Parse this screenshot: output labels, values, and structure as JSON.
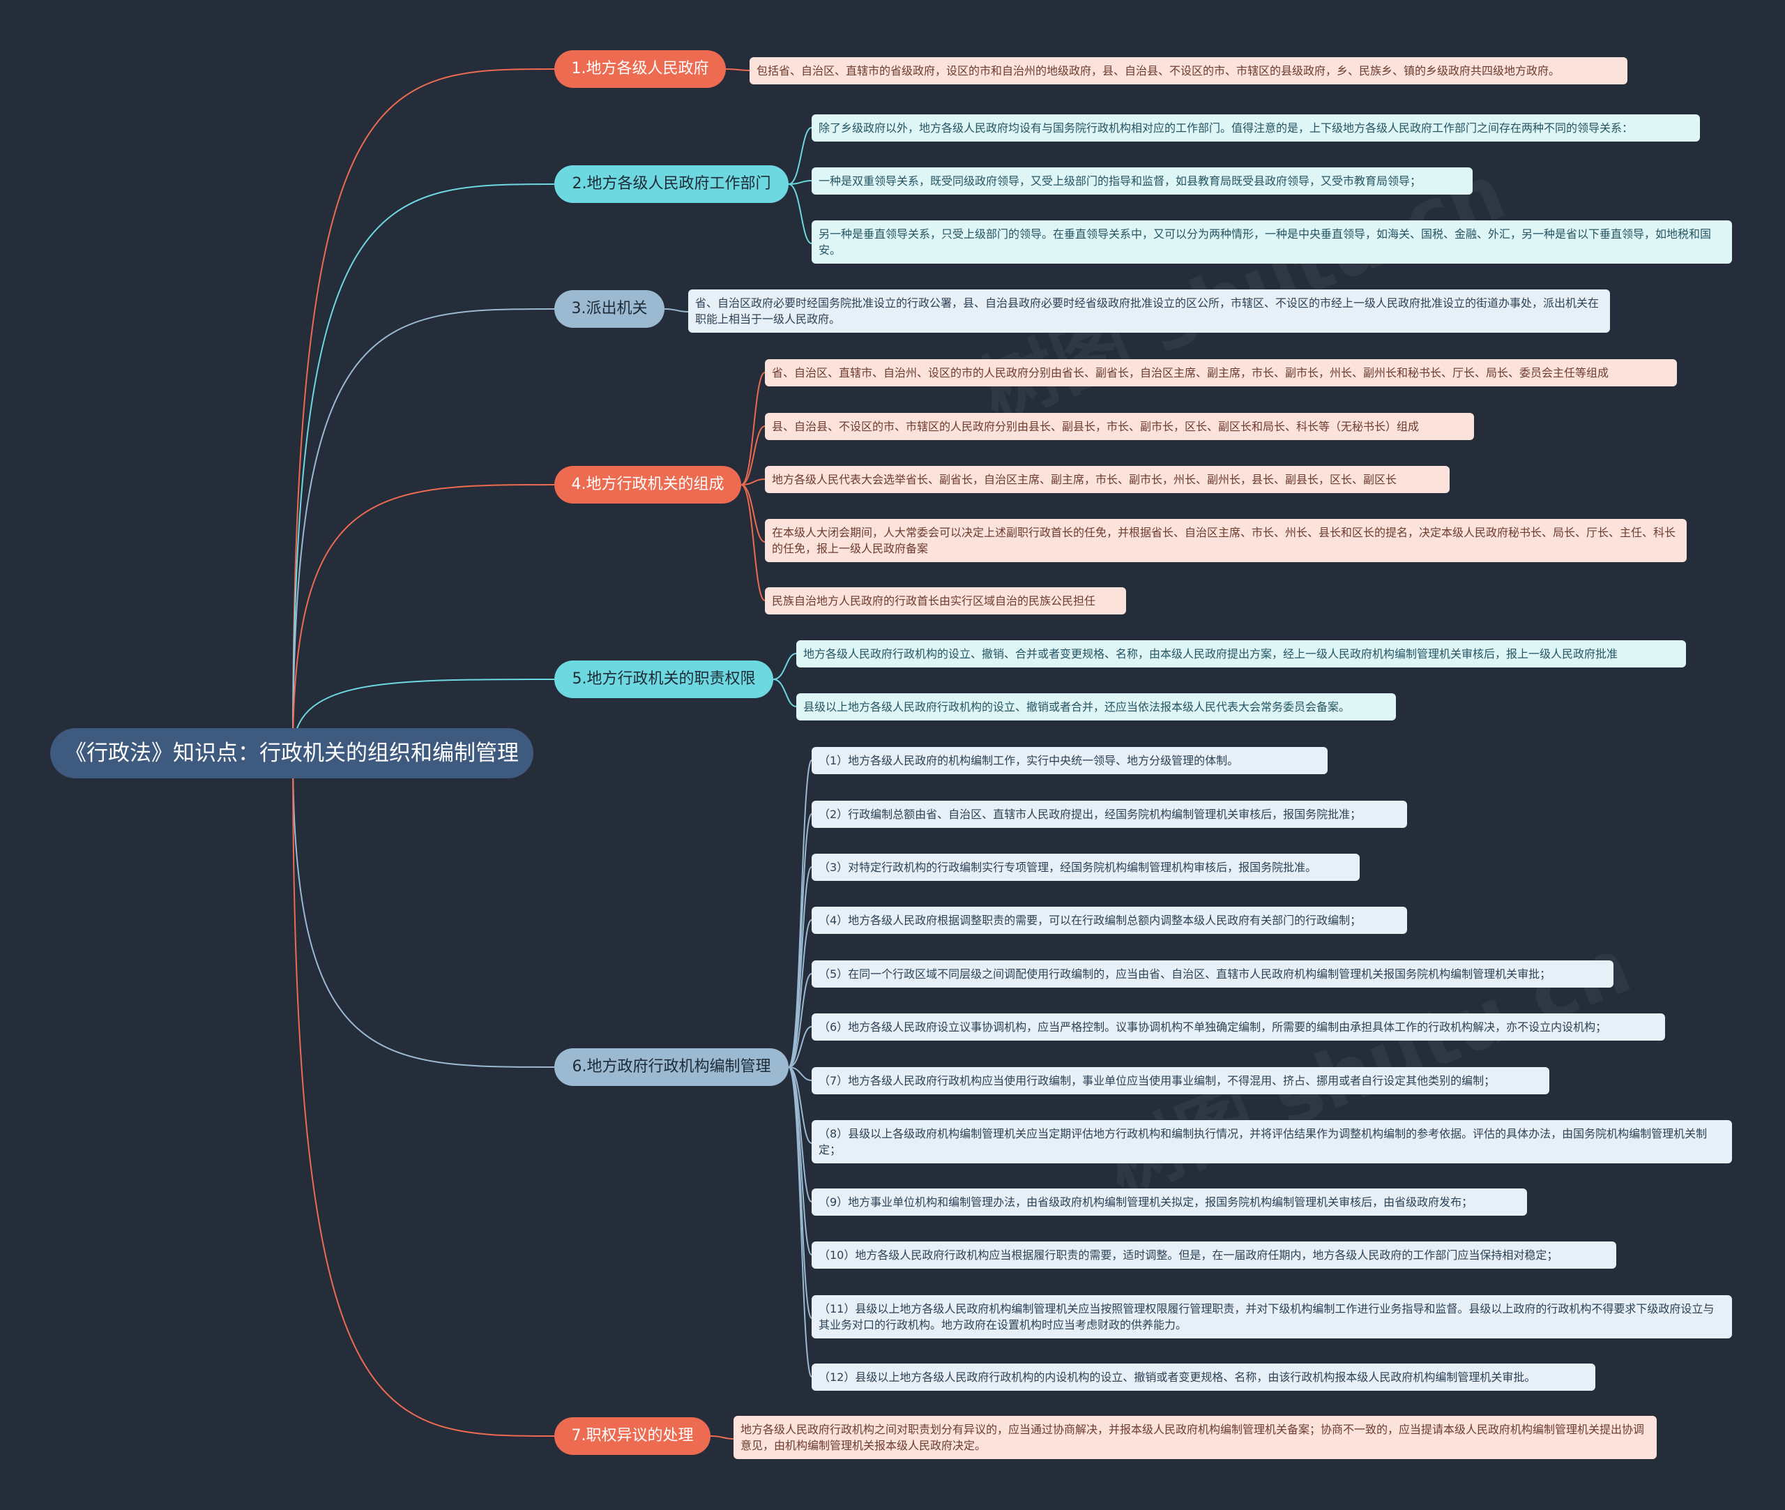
{
  "root": {
    "label": "《行政法》知识点：行政机关的组织和编制管理"
  },
  "colors": {
    "background": "#252d3a",
    "root": "#3e5a7f",
    "orange": "#ed6b50",
    "cyan": "#6dd8e0",
    "steel": "#9bbad2"
  },
  "branches": [
    {
      "label": "1.地方各级人民政府",
      "items": [
        "包括省、自治区、直辖市的省级政府，设区的市和自治州的地级政府，县、自治县、不设区的市、市辖区的县级政府，乡、民族乡、镇的乡级政府共四级地方政府。"
      ]
    },
    {
      "label": "2.地方各级人民政府工作部门",
      "items": [
        "除了乡级政府以外，地方各级人民政府均设有与国务院行政机构相对应的工作部门。值得注意的是，上下级地方各级人民政府工作部门之间存在两种不同的领导关系：",
        "一种是双重领导关系，既受同级政府领导，又受上级部门的指导和监督，如县教育局既受县政府领导，又受市教育局领导；",
        "另一种是垂直领导关系，只受上级部门的领导。在垂直领导关系中，又可以分为两种情形，一种是中央垂直领导，如海关、国税、金融、外汇，另一种是省以下垂直领导，如地税和国安。"
      ]
    },
    {
      "label": "3.派出机关",
      "items": [
        "省、自治区政府必要时经国务院批准设立的行政公署，县、自治县政府必要时经省级政府批准设立的区公所，市辖区、不设区的市经上一级人民政府批准设立的街道办事处，派出机关在职能上相当于一级人民政府。"
      ]
    },
    {
      "label": "4.地方行政机关的组成",
      "items": [
        "省、自治区、直辖市、自治州、设区的市的人民政府分别由省长、副省长，自治区主席、副主席，市长、副市长，州长、副州长和秘书长、厅长、局长、委员会主任等组成",
        "县、自治县、不设区的市、市辖区的人民政府分别由县长、副县长，市长、副市长，区长、副区长和局长、科长等（无秘书长）组成",
        "地方各级人民代表大会选举省长、副省长，自治区主席、副主席，市长、副市长，州长、副州长，县长、副县长，区长、副区长",
        "在本级人大闭会期间，人大常委会可以决定上述副职行政首长的任免，并根据省长、自治区主席、市长、州长、县长和区长的提名，决定本级人民政府秘书长、局长、厅长、主任、科长的任免，报上一级人民政府备案",
        "民族自治地方人民政府的行政首长由实行区域自治的民族公民担任"
      ]
    },
    {
      "label": "5.地方行政机关的职责权限",
      "items": [
        "地方各级人民政府行政机构的设立、撤销、合并或者变更规格、名称，由本级人民政府提出方案，经上一级人民政府机构编制管理机关审核后，报上一级人民政府批准",
        "县级以上地方各级人民政府行政机构的设立、撤销或者合并，还应当依法报本级人民代表大会常务委员会备案。"
      ]
    },
    {
      "label": "6.地方政府行政机构编制管理",
      "items": [
        "（1）地方各级人民政府的机构编制工作，实行中央统一领导、地方分级管理的体制。",
        "（2）行政编制总额由省、自治区、直辖市人民政府提出，经国务院机构编制管理机关审核后，报国务院批准；",
        "（3）对特定行政机构的行政编制实行专项管理，经国务院机构编制管理机构审核后，报国务院批准。",
        "（4）地方各级人民政府根据调整职责的需要，可以在行政编制总额内调整本级人民政府有关部门的行政编制；",
        "（5）在同一个行政区域不同层级之间调配使用行政编制的，应当由省、自治区、直辖市人民政府机构编制管理机关报国务院机构编制管理机关审批；",
        "（6）地方各级人民政府设立议事协调机构，应当严格控制。议事协调机构不单独确定编制，所需要的编制由承担具体工作的行政机构解决，亦不设立内设机构；",
        "（7）地方各级人民政府行政机构应当使用行政编制，事业单位应当使用事业编制，不得混用、挤占、挪用或者自行设定其他类别的编制；",
        "（8）县级以上各级政府机构编制管理机关应当定期评估地方行政机构和编制执行情况，并将评估结果作为调整机构编制的参考依据。评估的具体办法，由国务院机构编制管理机关制定；",
        "（9）地方事业单位机构和编制管理办法，由省级政府机构编制管理机关拟定，报国务院机构编制管理机关审核后，由省级政府发布；",
        "（10）地方各级人民政府行政机构应当根据履行职责的需要，适时调整。但是，在一届政府任期内，地方各级人民政府的工作部门应当保持相对稳定；",
        "（11）县级以上地方各级人民政府机构编制管理机关应当按照管理权限履行管理职责，并对下级机构编制工作进行业务指导和监督。县级以上政府的行政机构不得要求下级政府设立与其业务对口的行政机构。地方政府在设置机构时应当考虑财政的供养能力。",
        "（12）县级以上地方各级人民政府行政机构的内设机构的设立、撤销或者变更规格、名称，由该行政机构报本级人民政府机构编制管理机关审批。"
      ]
    },
    {
      "label": "7.职权异议的处理",
      "items": [
        "地方各级人民政府行政机构之间对职责划分有异议的，应当通过协商解决，并报本级人民政府机构编制管理机关备案；协商不一致的，应当提请本级人民政府机构编制管理机关提出协调意见，由机构编制管理机关报本级人民政府决定。"
      ]
    }
  ]
}
